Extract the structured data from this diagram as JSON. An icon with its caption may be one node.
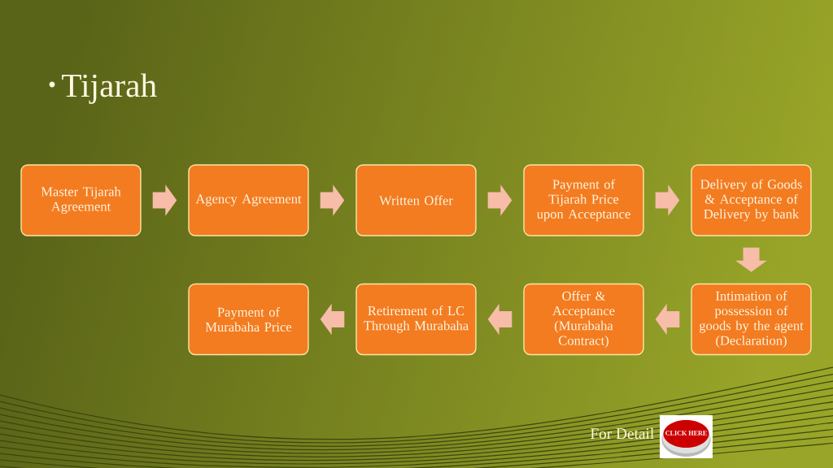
{
  "diagram": {
    "title": "Tijarah",
    "nodes": [
      {
        "text": [
          "Master Tijarah Agreement"
        ]
      },
      {
        "text": [
          "Agency Agreement"
        ]
      },
      {
        "text": [
          "Written Offer"
        ]
      },
      {
        "text": [
          "Payment of Tijarah Price upon Acceptance"
        ]
      },
      {
        "text": [
          "Delivery of Goods & Acceptance of Delivery by bank"
        ]
      },
      {
        "text": [
          "Intimation of possession of goods by the agent (Declaration)"
        ]
      },
      {
        "text": [
          "Offer & Acceptance (Murabaha Contract)"
        ]
      },
      {
        "text": [
          "Retirement of LC Through Murabaha"
        ]
      },
      {
        "text": [
          "Payment of Murabaha Price"
        ]
      }
    ],
    "edges": [
      {
        "from": 0,
        "to": 1,
        "arrow": "to"
      },
      {
        "from": 1,
        "to": 2,
        "arrow": "to"
      },
      {
        "from": 2,
        "to": 3,
        "arrow": "to"
      },
      {
        "from": 3,
        "to": 4,
        "arrow": "to"
      },
      {
        "from": 4,
        "to": 5,
        "arrow": "to"
      },
      {
        "from": 5,
        "to": 6,
        "arrow": "to"
      },
      {
        "from": 6,
        "to": 7,
        "arrow": "to"
      },
      {
        "from": 7,
        "to": 8,
        "arrow": "to"
      }
    ],
    "labels": [
      "For Detail",
      "CLICK HERE"
    ]
  }
}
